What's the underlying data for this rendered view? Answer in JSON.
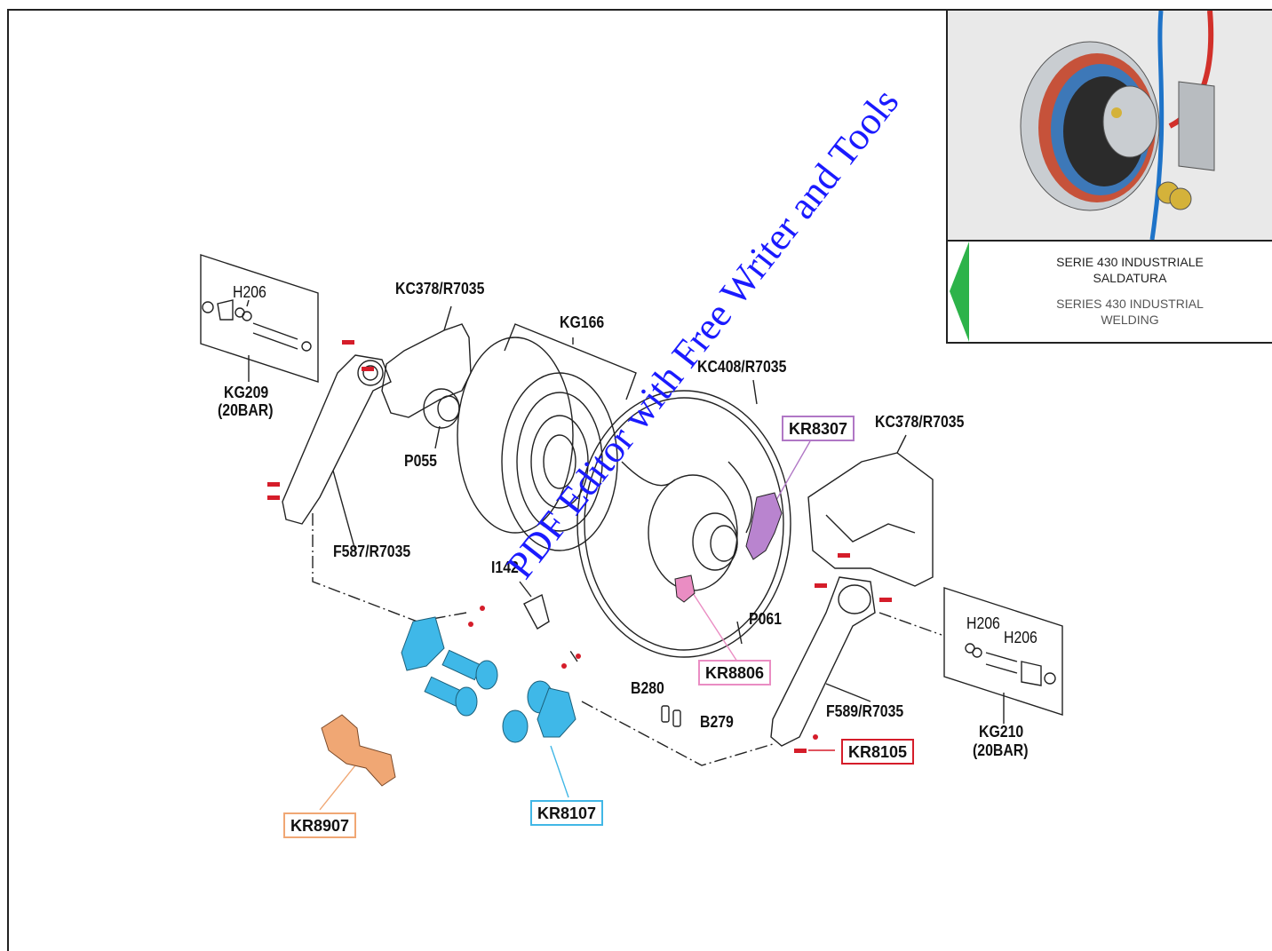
{
  "inset": {
    "caption_it_line1": "SERIE 430 INDUSTRIALE",
    "caption_it_line2": "SALDATURA",
    "caption_en_line1": "SERIES 430 INDUSTRIAL",
    "caption_en_line2": "WELDING",
    "caption_it_color": "#222222",
    "caption_en_color": "#555555",
    "arrow_color": "#2db34a"
  },
  "labels": {
    "h206_left": "H206",
    "kc378_left": "KC378/R7035",
    "kg166": "KG166",
    "kg209": "KG209",
    "kg209_bar": "(20BAR)",
    "kc408": "KC408/R7035",
    "kc378_right": "KC378/R7035",
    "p055": "P055",
    "f587": "F587/R7035",
    "i142": "I142",
    "p061": "P061",
    "h206_r1": "H206",
    "h206_r2": "H206",
    "b280": "B280",
    "b279": "B279",
    "f589": "F589/R7035",
    "kg210": "KG210",
    "kg210_bar": "(20BAR)"
  },
  "codes": {
    "kr8307": "KR8307",
    "kr8806": "KR8806",
    "kr8105": "KR8105",
    "kr8107": "KR8107",
    "kr8907": "KR8907"
  },
  "colors": {
    "violet": "#b077c5",
    "pink": "#ea8dc3",
    "red": "#d51d2a",
    "cyan": "#41b7e6",
    "orange": "#f0a774"
  },
  "watermark": "PDF Editor with Free Writer and Tools"
}
